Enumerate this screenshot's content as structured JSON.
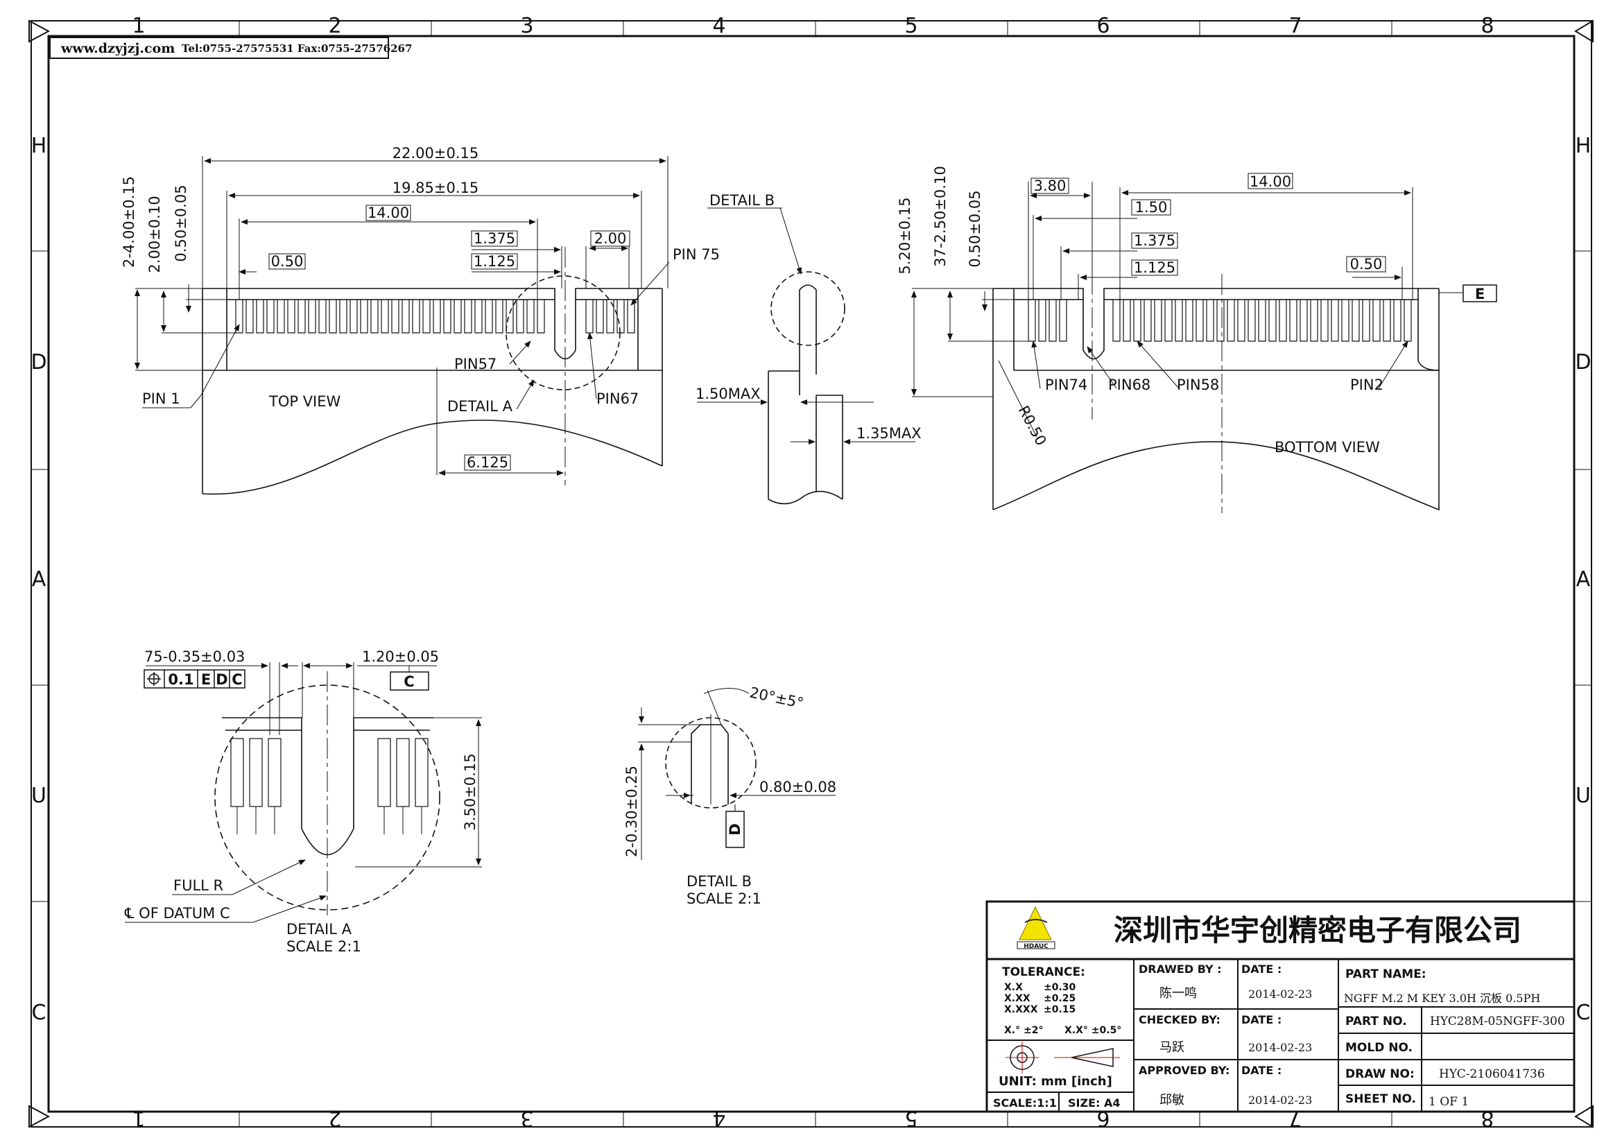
{
  "website": "www.dzyjzj.com",
  "contact": "Tel:0755-27575531  Fax:0755-27576267",
  "border": {
    "cols_top": [
      "1",
      "2",
      "3",
      "4",
      "5",
      "6",
      "7",
      "8"
    ],
    "cols_bottom": [
      "8",
      "7",
      "6",
      "5",
      "4",
      "3",
      "2",
      "1"
    ],
    "rows": [
      "H",
      "D",
      "A",
      "U",
      "C"
    ]
  },
  "top_view": {
    "dims": {
      "width_total": "22.00±0.15",
      "width_inner": "19.85±0.15",
      "span": "14.00",
      "pitch": "0.50",
      "d1375": "1.375",
      "d1125": "1.125",
      "d200": "2.00",
      "d6125": "6.125",
      "v_400": "2-4.00±0.15",
      "v_200": "2.00±0.10",
      "v_050": "0.50±0.05"
    },
    "labels": {
      "pin1": "PIN 1",
      "pin57": "PIN57",
      "pin67": "PIN67",
      "pin75": "PIN 75",
      "view": "TOP VIEW",
      "detail_a": "DETAIL A"
    }
  },
  "side_view": {
    "detail_b": "DETAIL B",
    "max150": "1.50MAX",
    "max135": "1.35MAX"
  },
  "bottom_view": {
    "dims": {
      "d380": "3.80",
      "d1400": "14.00",
      "d150": "1.50",
      "d1375": "1.375",
      "d1125": "1.125",
      "d050": "0.50",
      "v_520": "5.20±0.15",
      "v_250": "37-2.50±0.10",
      "v_050": "0.50±0.05",
      "r050": "R0.50"
    },
    "labels": {
      "pin74": "PIN74",
      "pin68": "PIN68",
      "pin58": "PIN58",
      "pin2": "PIN2",
      "view": "BOTTOM VIEW",
      "datum_e": "E"
    }
  },
  "detail_a_view": {
    "d75": "75-0.35±0.03",
    "d120": "1.20±0.05",
    "fcf_tol": "0.1",
    "fcf_e": "E",
    "fcf_d": "D",
    "fcf_c": "C",
    "datum_c": "C",
    "d350": "3.50±0.15",
    "full_r": "FULL R",
    "cl_datum": "℄ OF DATUM C",
    "title": "DETAIL A",
    "scale": "SCALE 2:1"
  },
  "detail_b_view": {
    "angle": "20°±5°",
    "d030": "2-0.30±0.25",
    "d080": "0.80±0.08",
    "datum_d": "D",
    "title": "DETAIL B",
    "scale": "SCALE 2:1"
  },
  "title_block": {
    "logo_text": "HDAUC",
    "company": "深圳市华宇创精密电子有限公司",
    "tolerance_label": "TOLERANCE:",
    "tol_x": "X.X",
    "tol_x_val": "±0.30",
    "tol_xx": "X.XX",
    "tol_xx_val": "±0.25",
    "tol_xxx": "X.XXX",
    "tol_xxx_val": "±0.15",
    "tol_ang1": "X.° ±2°",
    "tol_ang2": "X.X° ±0.5°",
    "unit": "UNIT:  mm [inch]",
    "scale": "SCALE:1:1",
    "size": "SIZE: A4",
    "drawed_by_label": "DRAWED BY :",
    "drawed_by": "陈一鸣",
    "checked_by_label": "CHECKED BY:",
    "checked_by": "马跃",
    "approved_by_label": "APPROVED BY:",
    "approved_by": "邱敏",
    "date_label": "DATE :",
    "date1": "2014-02-23",
    "date2": "2014-02-23",
    "date3": "2014-02-23",
    "part_name_label": "PART NAME:",
    "part_name": "NGFF M.2 M KEY 3.0H 沉板 0.5PH",
    "part_no_label": "PART NO.",
    "part_no": "HYC28M-05NGFF-300",
    "mold_no_label": "MOLD NO.",
    "mold_no": "",
    "draw_no_label": "DRAW NO:",
    "draw_no": "HYC-2106041736",
    "sheet_no_label": "SHEET NO.",
    "sheet_no": "1 OF 1"
  }
}
